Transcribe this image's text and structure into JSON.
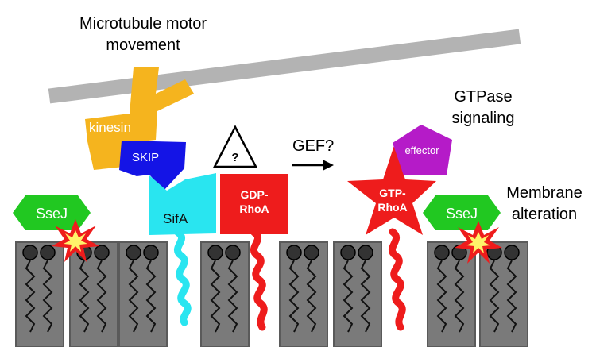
{
  "labels": {
    "motor_movement": [
      "Microtubule motor",
      "movement"
    ],
    "gtpase_signaling": [
      "GTPase",
      "signaling"
    ],
    "membrane_alteration": [
      "Membrane",
      "alteration"
    ],
    "gef": "GEF?"
  },
  "proteins": {
    "kinesin": "kinesin",
    "skip": "SKIP",
    "sifa": "SifA",
    "ssej_left": "SseJ",
    "ssej_right": "SseJ",
    "gdp_rhoa": [
      "GDP-",
      "RhoA"
    ],
    "gtp_rhoa": [
      "GTP-",
      "RhoA"
    ],
    "effector": "effector",
    "unknown": "?"
  },
  "colors": {
    "microtubule": "#b3b3b3",
    "kinesin": "#f5b41e",
    "skip": "#1414e6",
    "sifa": "#29e5f0",
    "rhoa": "#ee1c1c",
    "ssej": "#21c821",
    "effector": "#b51bc8",
    "lipid_block": "#7a7a7a",
    "lipid_tail": "#111111",
    "burst_outer": "#ee1c1c",
    "burst_inner": "#fff36a"
  },
  "icons": {
    "arrow": "right-arrow-icon",
    "warning": "triangle-question-icon",
    "burst": "explosion-icon"
  }
}
